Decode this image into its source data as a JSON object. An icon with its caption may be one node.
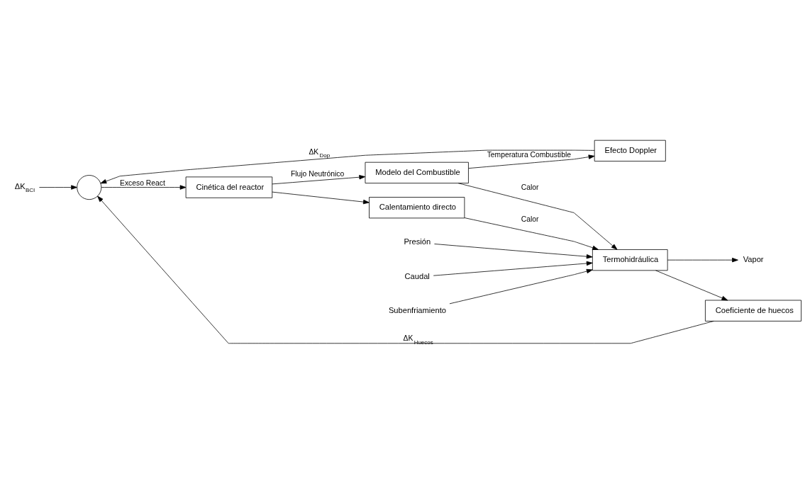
{
  "diagram": {
    "nodes": [
      {
        "text": [
          "ΔK$_{BCI}$"
        ]
      },
      {
        "text": [],
        "shape": "circle"
      },
      {
        "text": [
          "Efecto Doppler"
        ]
      },
      {
        "text": [
          "Cinética del reactor"
        ]
      },
      {
        "text": [
          "Modelo del Combustible"
        ]
      },
      {
        "text": [
          "Calentamiento directo"
        ]
      },
      {
        "text": [
          "Termohidráulica"
        ]
      },
      {
        "text": [
          "Coeficiente de huecos"
        ]
      },
      {
        "text": [
          "Presión"
        ]
      },
      {
        "text": [
          "Caudal"
        ]
      },
      {
        "text": [
          "Subenfriamiento"
        ]
      },
      {
        "text": [
          "Vapor"
        ]
      }
    ],
    "edges": [
      {
        "from": 0,
        "to": 1,
        "arrow": "to"
      },
      {
        "from": 2,
        "to": 1,
        "arrow": "to",
        "label": "ΔK$_{Dop}$"
      },
      {
        "from": 1,
        "to": 3,
        "arrow": "to",
        "label": "Exceso React"
      },
      {
        "from": 3,
        "to": 4,
        "arrow": "to",
        "label": "Flujo Neutrónico"
      },
      {
        "from": 3,
        "to": 5,
        "arrow": "to"
      },
      {
        "from": 4,
        "to": 2,
        "arrow": "to",
        "label": "Temperatura Combustible"
      },
      {
        "from": 4,
        "to": 6,
        "arrow": "to",
        "label": "Calor"
      },
      {
        "from": 5,
        "to": 6,
        "arrow": "to",
        "label": "Calor"
      },
      {
        "from": 8,
        "to": 6,
        "arrow": "to"
      },
      {
        "from": 9,
        "to": 6,
        "arrow": "to"
      },
      {
        "from": 10,
        "to": 6,
        "arrow": "to"
      },
      {
        "from": 6,
        "to": 7,
        "arrow": "to"
      },
      {
        "from": 6,
        "to": 11,
        "arrow": "to"
      },
      {
        "from": 7,
        "to": 1,
        "arrow": "to",
        "label": "ΔK$_{Huecos}$"
      }
    ]
  }
}
